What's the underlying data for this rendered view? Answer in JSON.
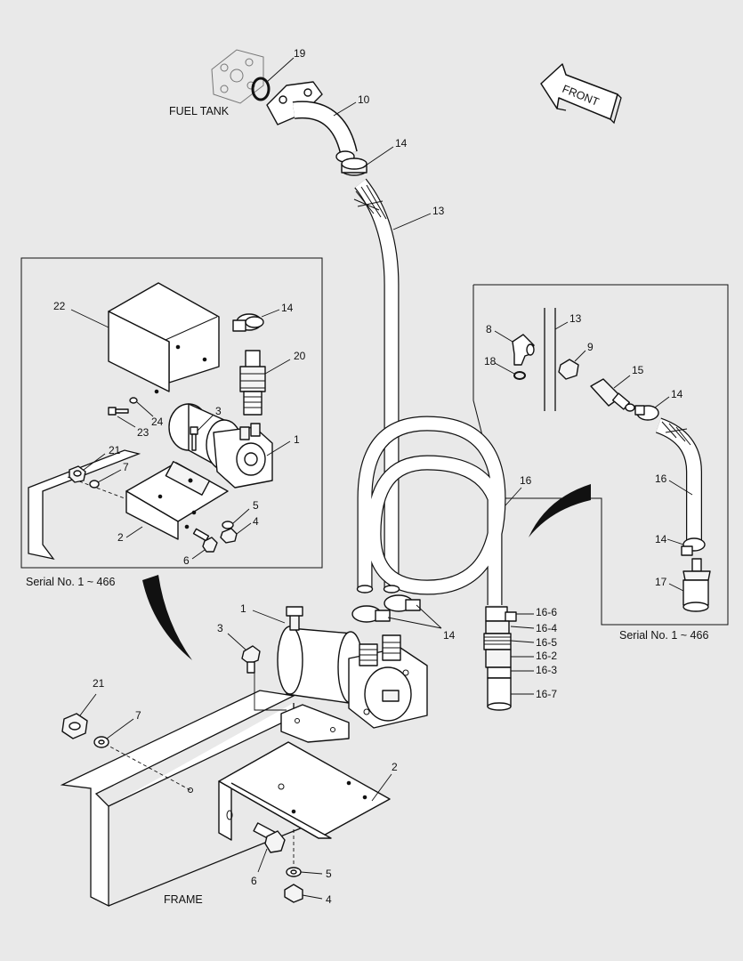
{
  "labels": {
    "fuel_tank": "FUEL TANK",
    "front": "FRONT",
    "frame": "FRAME",
    "serial_left": "Serial No. 1 ~ 466",
    "serial_right": "Serial No. 1 ~ 466"
  },
  "callouts": {
    "top_19": "19",
    "top_10": "10",
    "top_14": "14",
    "top_13": "13",
    "left_22": "22",
    "left_14": "14",
    "left_20": "20",
    "left_3": "3",
    "left_24": "24",
    "left_23": "23",
    "left_1": "1",
    "left_21": "21",
    "left_7": "7",
    "left_5": "5",
    "left_4": "4",
    "left_2": "2",
    "left_6": "6",
    "right_13": "13",
    "right_8": "8",
    "right_9": "9",
    "right_18": "18",
    "right_15": "15",
    "right_14a": "14",
    "right_16": "16",
    "right_14b": "14",
    "right_17": "17",
    "main_16": "16",
    "main_14": "14",
    "main_16_6": "16-6",
    "main_16_4": "16-4",
    "main_16_5": "16-5",
    "main_16_2": "16-2",
    "main_16_3": "16-3",
    "main_16_7": "16-7",
    "main_1": "1",
    "main_3": "3",
    "main_21": "21",
    "main_7": "7",
    "main_2": "2",
    "main_6": "6",
    "main_5": "5",
    "main_4": "4"
  }
}
